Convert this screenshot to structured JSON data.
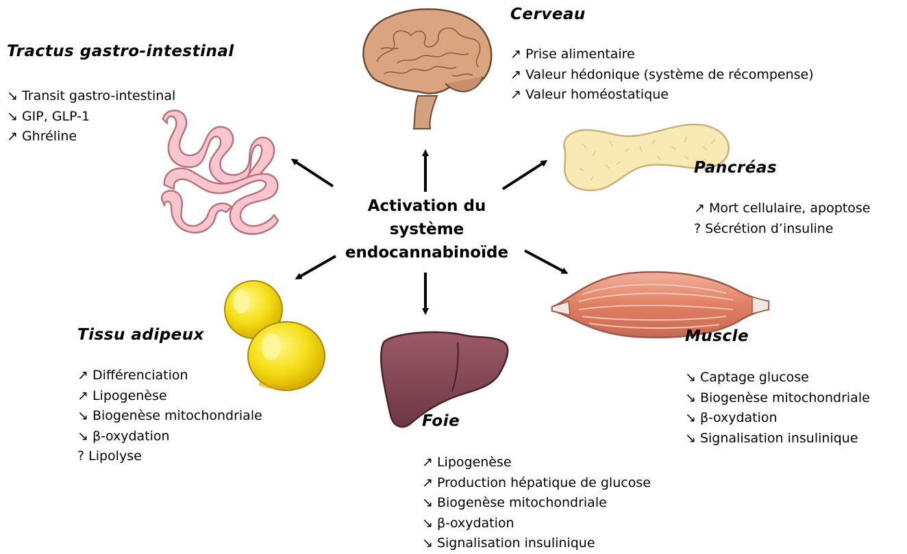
{
  "center": {
    "lines": [
      "Activation du",
      "système",
      "endocannabinoïde"
    ]
  },
  "organs": {
    "cerveau": {
      "title": "Cerveau",
      "effects": [
        "↗ Prise alimentaire",
        "↗ Valeur hédonique (système de récompense)",
        "↗ Valeur homéostatique"
      ]
    },
    "tractus": {
      "title": "Tractus gastro-intestinal",
      "effects": [
        "↘ Transit gastro-intestinal",
        "↘ GIP, GLP-1",
        "↗ Ghréline"
      ]
    },
    "pancreas": {
      "title": "Pancréas",
      "effects": [
        "↗ Mort cellulaire, apoptose",
        "? Sécrétion d’insuline"
      ]
    },
    "tissu": {
      "title": "Tissu adipeux",
      "effects": [
        "↗ Différenciation",
        "↗ Lipogenèse",
        "↘ Biogenèse mitochondriale",
        "↘ β-oxydation",
        "? Lipolyse"
      ]
    },
    "muscle": {
      "title": "Muscle",
      "effects": [
        "↘ Captage glucose",
        "↘ Biogenèse mitochondriale",
        "↘ β-oxydation",
        "↘ Signalisation insulinique"
      ]
    },
    "foie": {
      "title": "Foie",
      "effects": [
        "↗ Lipogenèse",
        "↗ Production hépatique de glucose",
        "↘ Biogenèse mitochondriale",
        "↘ β-oxydation",
        "↘ Signalisation insulinique"
      ]
    }
  },
  "colors": {
    "brain": "#d9a47f",
    "intestine": "#f8c6cc",
    "pancreas": "#f9e9b4",
    "muscle": "#e89377",
    "liver": "#8a4a57",
    "fat": "#f6e01a"
  }
}
